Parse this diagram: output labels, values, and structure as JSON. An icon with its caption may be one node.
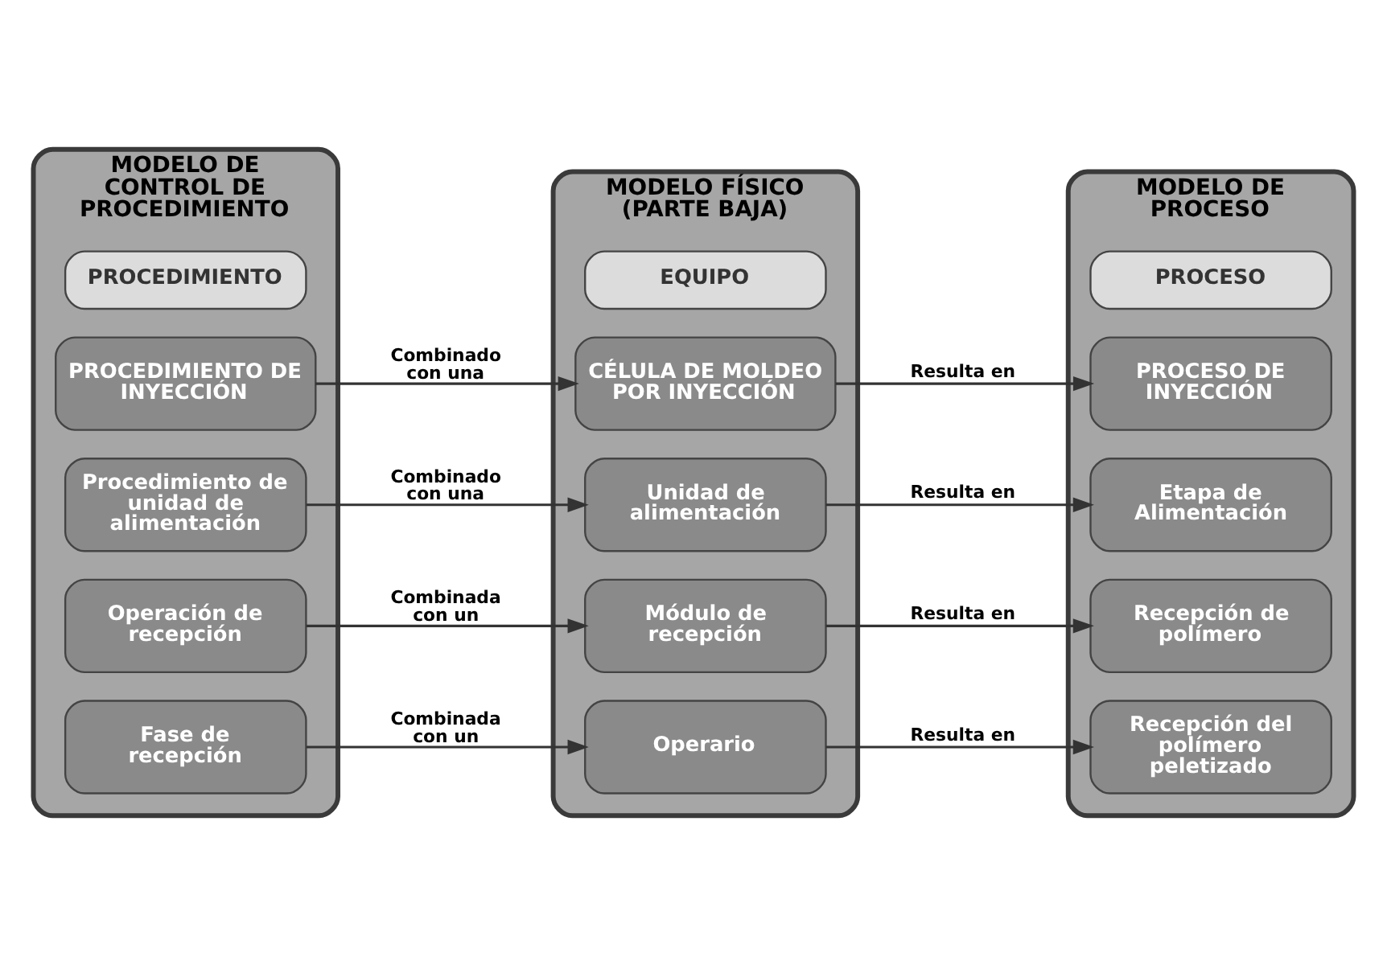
{
  "diagram": {
    "nodes": [
      {
        "text": [
          "MODELO DE CONTROL DE PROCEDIMIENTO"
        ]
      },
      {
        "text": [
          "PROCEDIMIENTO"
        ],
        "in": 0
      },
      {
        "text": [
          "PROCEDIMIENTO DE INYECCIÓN"
        ],
        "in": 0
      },
      {
        "text": [
          "Procedimiento de unidad de alimentación"
        ],
        "in": 0
      },
      {
        "text": [
          "Operación de recepción"
        ],
        "in": 0
      },
      {
        "text": [
          "Fase de recepción"
        ],
        "in": 0
      },
      {
        "text": [
          "MODELO FÍSICO (PARTE BAJA)"
        ]
      },
      {
        "text": [
          "EQUIPO"
        ],
        "in": 6
      },
      {
        "text": [
          "CÉLULA DE MOLDEO POR INYECCIÓN"
        ],
        "in": 6
      },
      {
        "text": [
          "Unidad de alimentación"
        ],
        "in": 6
      },
      {
        "text": [
          "Módulo de recepción"
        ],
        "in": 6
      },
      {
        "text": [
          "Operario"
        ],
        "in": 6
      },
      {
        "text": [
          "MODELO DE PROCESO"
        ]
      },
      {
        "text": [
          "PROCESO"
        ],
        "in": 12
      },
      {
        "text": [
          "PROCESO DE INYECCIÓN"
        ],
        "in": 12
      },
      {
        "text": [
          "Etapa de Alimentación"
        ],
        "in": 12
      },
      {
        "text": [
          "Recepción de polímero"
        ],
        "in": 12
      },
      {
        "text": [
          "Recepción del polímero peletizado"
        ],
        "in": 12
      }
    ],
    "edges": [
      {
        "from": 2,
        "to": 8,
        "arrow": "to",
        "label": "Combinado con una"
      },
      {
        "from": 3,
        "to": 9,
        "arrow": "to",
        "label": "Combinado con una"
      },
      {
        "from": 4,
        "to": 10,
        "arrow": "to",
        "label": "Combinada con un"
      },
      {
        "from": 5,
        "to": 11,
        "arrow": "to",
        "label": "Combinada con un"
      },
      {
        "from": 8,
        "to": 14,
        "arrow": "to",
        "label": "Resulta en"
      },
      {
        "from": 9,
        "to": 15,
        "arrow": "to",
        "label": "Resulta en"
      },
      {
        "from": 10,
        "to": 16,
        "arrow": "to",
        "label": "Resulta en"
      },
      {
        "from": 11,
        "to": 17,
        "arrow": "to",
        "label": "Resulta en"
      }
    ]
  }
}
